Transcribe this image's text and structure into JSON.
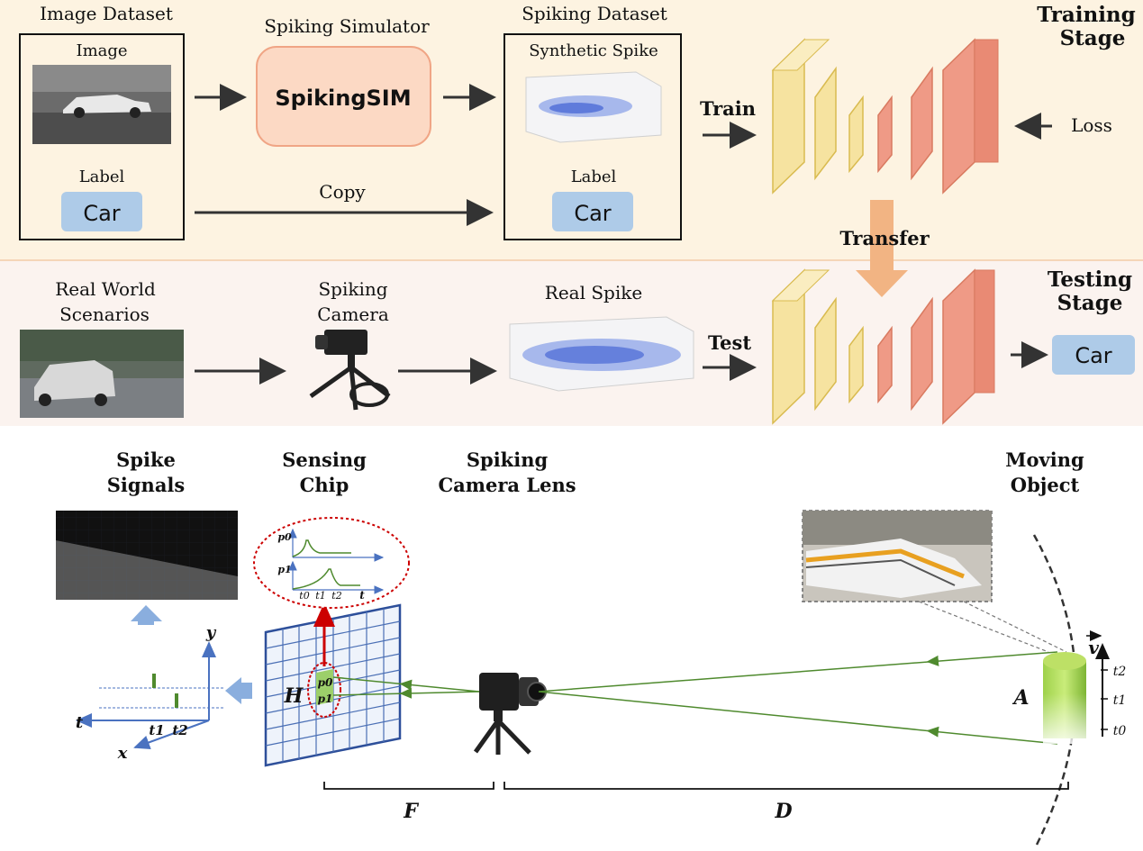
{
  "training": {
    "image_dataset": "Image Dataset",
    "image_label": "Image",
    "label_label": "Label",
    "car": "Car",
    "simulator_title": "Spiking Simulator",
    "simulator_name": "SpikingSIM",
    "copy": "Copy",
    "spiking_dataset": "Spiking Dataset",
    "synthetic_spike": "Synthetic Spike",
    "label2": "Label",
    "car2": "Car",
    "train": "Train",
    "loss": "Loss",
    "stage_line1": "Training",
    "stage_line2": "Stage",
    "transfer": "Transfer"
  },
  "testing": {
    "real_world_line1": "Real World",
    "real_world_line2": "Scenarios",
    "camera_line1": "Spiking",
    "camera_line2": "Camera",
    "real_spike": "Real Spike",
    "test": "Test",
    "output": "Car",
    "stage_line1": "Testing",
    "stage_line2": "Stage"
  },
  "bottom": {
    "spike_signals_1": "Spike",
    "spike_signals_2": "Signals",
    "sensing_chip_1": "Sensing",
    "sensing_chip_2": "Chip",
    "lens_1": "Spiking",
    "lens_2": "Camera Lens",
    "moving_1": "Moving",
    "moving_2": "Object",
    "H": "H",
    "A": "A",
    "F": "F",
    "D": "D",
    "p0": "p0",
    "p1": "p1",
    "axis_t": "t",
    "axis_x": "x",
    "axis_y": "y",
    "t0": "t0",
    "t1": "t1",
    "t2": "t2",
    "v": "v"
  },
  "colors": {
    "training_bg": "#fdf3e1",
    "testing_bg": "#fbf3ef",
    "yellow_block": "#f6e3a0",
    "red_block": "#ef9a86",
    "car_box": "#aecbe8",
    "sim_box": "#fcd9c4",
    "green": "#4f8a2e",
    "arrow_blue": "#8aaede"
  }
}
